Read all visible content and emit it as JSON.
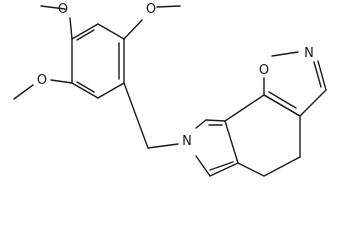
{
  "diagram": {
    "type": "chemical-structure",
    "atom_labels": {
      "methoxy_top_left": "O",
      "methoxy_top_right": "O",
      "methoxy_left": "O",
      "pyrrole_n": "N",
      "isoxazole_o": "O",
      "isoxazole_n": "N"
    },
    "bond_color": "#1a1a1a",
    "background": "#ffffff"
  }
}
